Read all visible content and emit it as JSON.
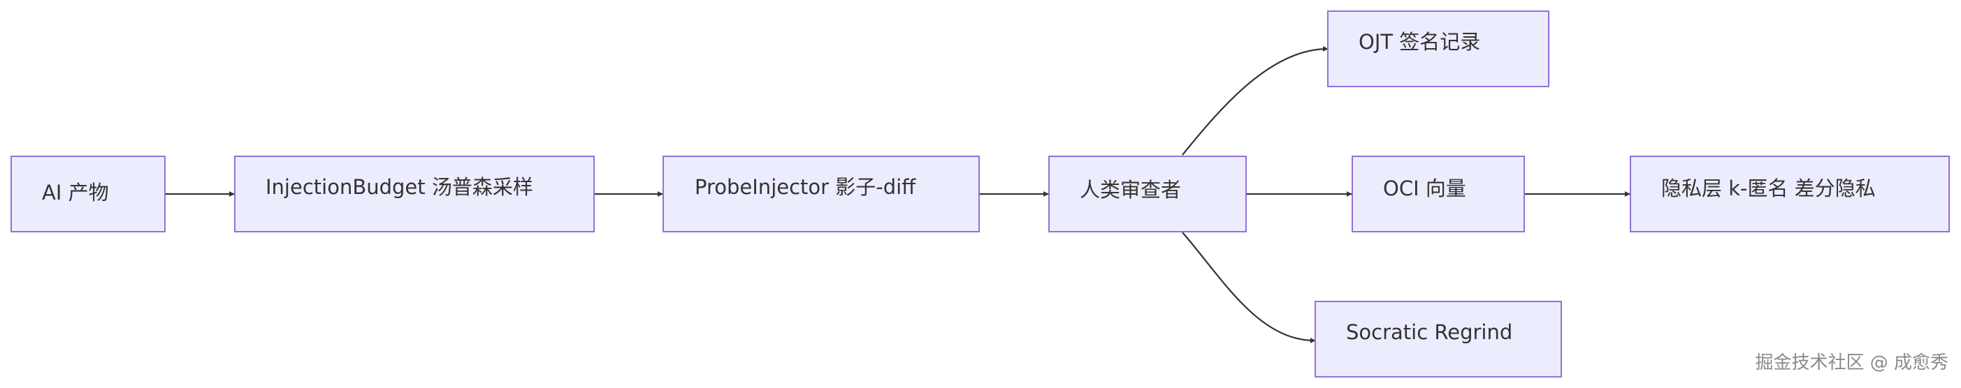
{
  "nodes": {
    "ai_artifact": "AI 产物",
    "injection_budget": "InjectionBudget 汤普森采样",
    "probe_injector": "ProbeInjector 影子-diff",
    "human_reviewer": "人类审查者",
    "ojt_record": "OJT 签名记录",
    "oci_vector": "OCI 向量",
    "privacy_layer": "隐私层 k-匿名 差分隐私",
    "socratic_regrind": "Socratic Regrind"
  },
  "edges": [
    [
      "ai_artifact",
      "injection_budget"
    ],
    [
      "injection_budget",
      "probe_injector"
    ],
    [
      "probe_injector",
      "human_reviewer"
    ],
    [
      "human_reviewer",
      "ojt_record"
    ],
    [
      "human_reviewer",
      "oci_vector"
    ],
    [
      "human_reviewer",
      "socratic_regrind"
    ],
    [
      "oci_vector",
      "privacy_layer"
    ]
  ],
  "colors": {
    "node_fill": "#ECECFF",
    "node_stroke": "#9370DB",
    "edge": "#333333",
    "text": "#333333"
  },
  "watermark": "掘金技术社区 @ 成愈秀"
}
